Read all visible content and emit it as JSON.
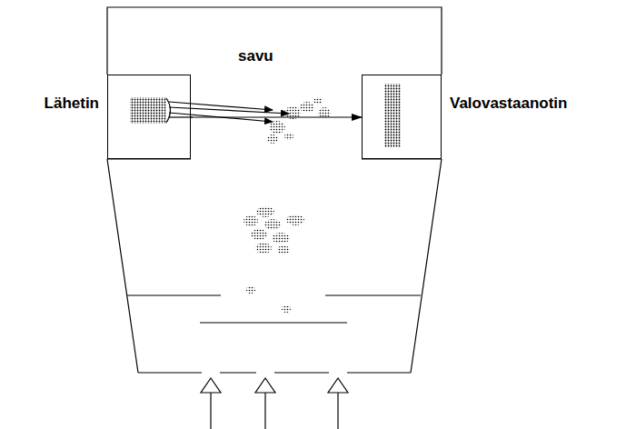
{
  "diagram": {
    "nodes": [
      {
        "text": [
          "Lähetin"
        ]
      },
      {
        "text": [
          "Valovastaanotin"
        ]
      }
    ],
    "edges": [
      {
        "from": 0,
        "to": 1,
        "arrow": "to"
      }
    ],
    "labels": [
      "savu"
    ]
  }
}
